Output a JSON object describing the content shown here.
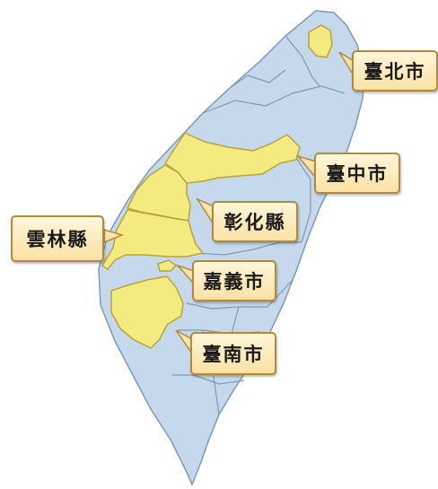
{
  "map": {
    "colors": {
      "base_fill": "#c5d8ec",
      "base_stroke": "#7e9ab4",
      "highlight_fill": "#f3ea80",
      "highlight_stroke": "#b8a43a",
      "callout_border": "#b48a3a"
    },
    "regions": [
      {
        "id": "taipei",
        "label": "臺北市",
        "highlighted": true
      },
      {
        "id": "taichung",
        "label": "臺中市",
        "highlighted": true
      },
      {
        "id": "changhua",
        "label": "彰化縣",
        "highlighted": true
      },
      {
        "id": "yunlin",
        "label": "雲林縣",
        "highlighted": true
      },
      {
        "id": "chiayi",
        "label": "嘉義市",
        "highlighted": true
      },
      {
        "id": "tainan",
        "label": "臺南市",
        "highlighted": true
      }
    ]
  }
}
